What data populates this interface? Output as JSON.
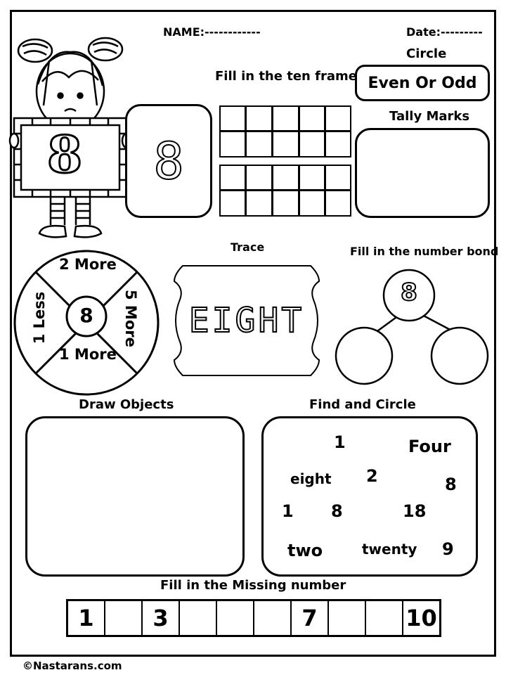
{
  "header": {
    "name_label": "NAME:------------",
    "date_label": "Date:---------"
  },
  "number": "8",
  "ten_frame": {
    "title": "Fill in the ten frame"
  },
  "even_odd": {
    "title": "Circle",
    "box_text": "Even Or Odd"
  },
  "tally": {
    "title": "Tally Marks"
  },
  "wheel": {
    "center": "8",
    "top": "2 More",
    "right": "5 More",
    "bottom": "1 More",
    "left": "1 Less"
  },
  "trace": {
    "title": "Trace",
    "word": "EIGHT"
  },
  "number_bond": {
    "title": "Fill in the number bond",
    "top": "8"
  },
  "draw_objects": {
    "title": "Draw  Objects"
  },
  "find_circle": {
    "title": "Find and Circle",
    "items": [
      "1",
      "Four",
      "eight",
      "2",
      "8",
      "1",
      "8",
      "18",
      "two",
      "twenty",
      "9"
    ]
  },
  "missing_number": {
    "title": "Fill in the Missing number",
    "cells": [
      "1",
      "",
      "3",
      "",
      "",
      "",
      "7",
      "",
      "",
      "10"
    ]
  },
  "footer": {
    "copyright": "©Nastarans.com"
  }
}
